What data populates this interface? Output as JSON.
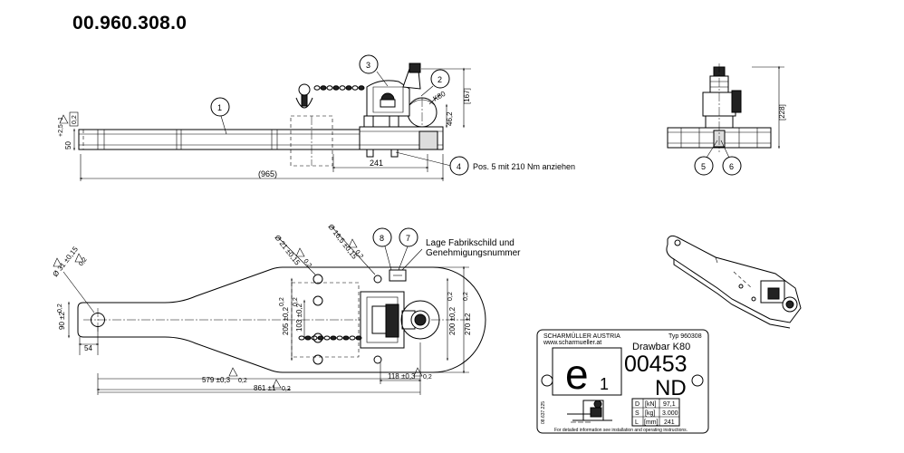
{
  "part_number": "00.960.308.0",
  "balloons": [
    "1",
    "2",
    "3",
    "4",
    "5",
    "6",
    "7",
    "8"
  ],
  "side_view": {
    "dim_167": "[167]",
    "dim_46_2": "46,2",
    "dim_241": "241",
    "dim_965": "(965)",
    "dim_50": "50",
    "dim_50_tol": "+2,5\n-1",
    "flat_02": "0,2",
    "label_k80": "K80",
    "note_pos5": "Pos. 5 mit 210 Nm anziehen"
  },
  "end_view": {
    "dim_228": "[228]"
  },
  "top_view": {
    "dia_31": "Ø 31 ±0,15",
    "dia_21": "Ø 21 ±0,15",
    "dia_16_5": "Ø 16,5 ±0,15",
    "tol_02": "0,2",
    "note_nameplate_line1": "Lage Fabrikschild und",
    "note_nameplate_line2": "Genehmigungsnummer",
    "dim_90": "90 ±2",
    "dim_54": "54",
    "dim_205": "205 ±0,2",
    "dim_103": "103 ±0,2",
    "dim_200": "200 ±0,2",
    "dim_270": "270 ±2",
    "dim_579": "579 ±0,3",
    "dim_861": "861 ±1",
    "dim_118": "118 ±0,3"
  },
  "nameplate": {
    "company": "SCHARMÜLLER AUSTRIA",
    "website": "www.scharmueller.at",
    "type": "Typ 960308",
    "product": "Drawbar K80",
    "e_mark": "e",
    "e_sub": "1",
    "approval_number": "00453",
    "class": "ND",
    "side_code": "08.637.225",
    "table": [
      {
        "sym": "D",
        "unit": "[kN]",
        "value": "97,1"
      },
      {
        "sym": "S",
        "unit": "[kg]",
        "value": "3.000"
      },
      {
        "sym": "L",
        "unit": "[mm]",
        "value": "241"
      }
    ],
    "footer": "For detailed information see installation and operating instructions."
  }
}
